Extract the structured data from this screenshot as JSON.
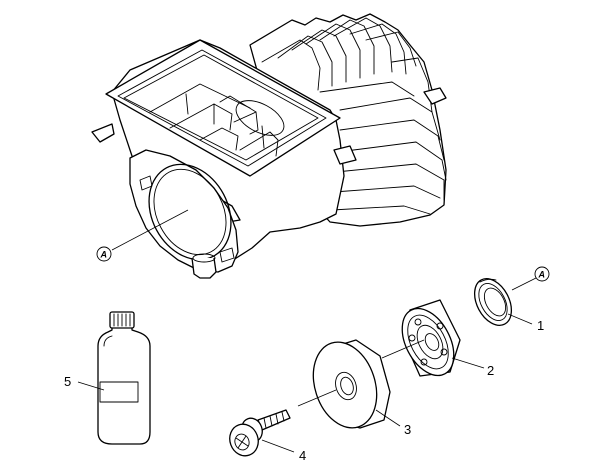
{
  "parts": [
    {
      "number": "1",
      "icon": "o-ring-icon"
    },
    {
      "number": "2",
      "icon": "ball-bearing-icon"
    },
    {
      "number": "3",
      "icon": "pulley-disc-icon"
    },
    {
      "number": "4",
      "icon": "screw-with-washer-icon"
    },
    {
      "number": "5",
      "icon": "oil-bottle-icon"
    }
  ],
  "callouts": {
    "housing_marker": "A",
    "ring_marker": "A"
  }
}
